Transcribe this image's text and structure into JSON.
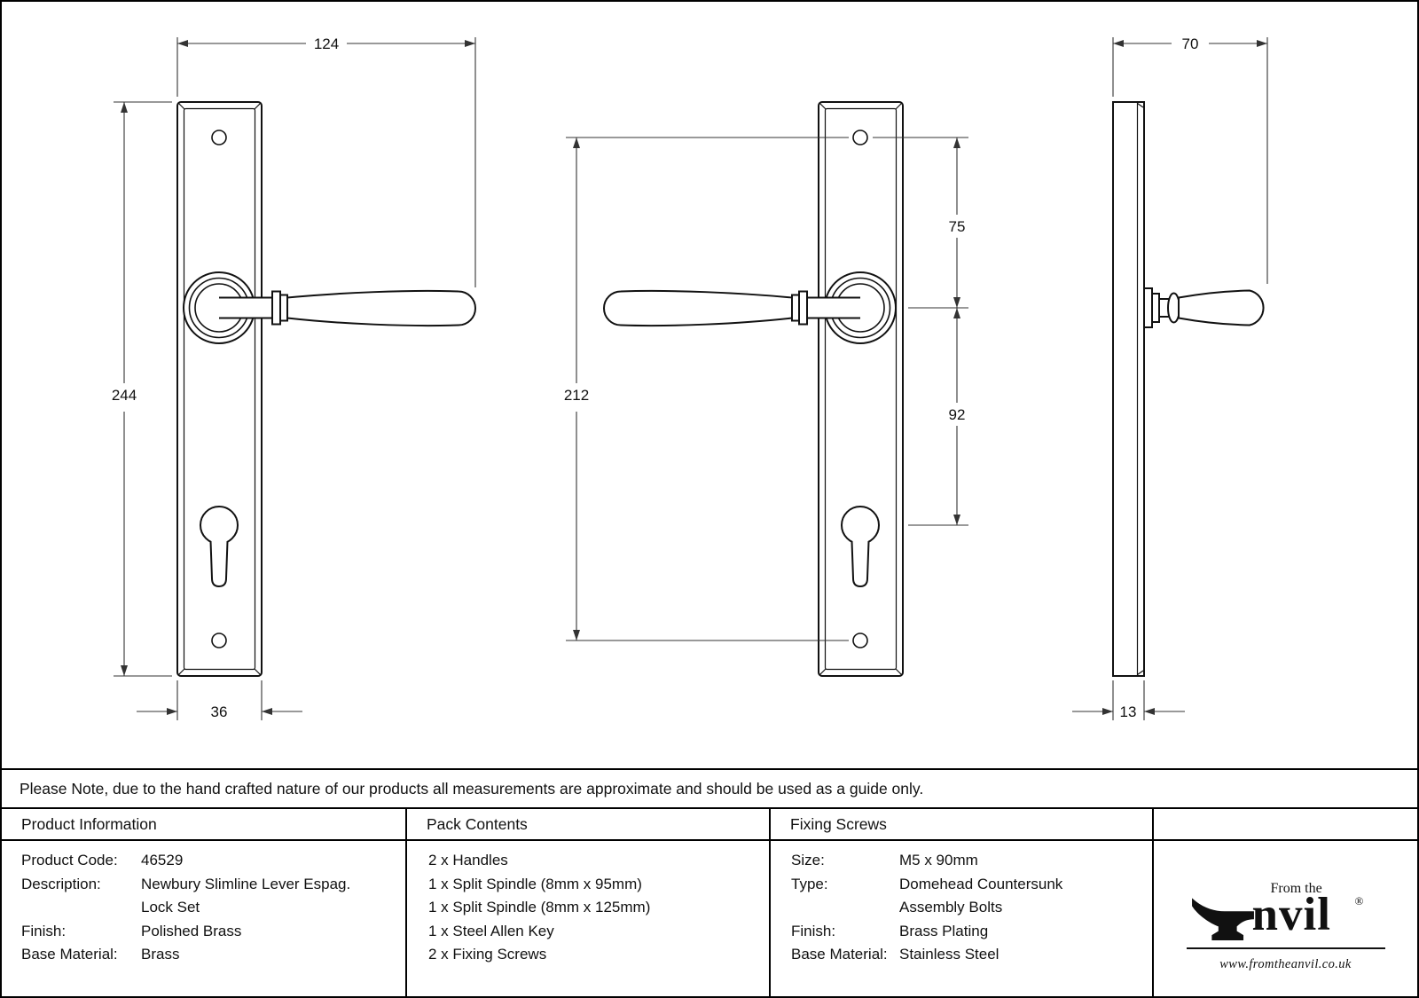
{
  "note": {
    "text": "Please Note, due to the hand crafted nature of our products all measurements are approximate and should be used as a guide only."
  },
  "drawing": {
    "dims": {
      "overall_length": "124",
      "plate_height": "244",
      "plate_width": "36",
      "screw_centres": "212",
      "screw_to_lever": "75",
      "lever_to_cylinder": "92",
      "projection": "70",
      "plate_thickness": "13"
    }
  },
  "table": {
    "product_info": {
      "header": "Product Information",
      "rows": [
        {
          "label": "Product Code:",
          "value": "46529"
        },
        {
          "label": "Description:",
          "value": "Newbury Slimline Lever Espag."
        },
        {
          "label": "",
          "value": "Lock Set"
        },
        {
          "label": "Finish:",
          "value": "Polished Brass"
        },
        {
          "label": "Base Material:",
          "value": "Brass"
        }
      ]
    },
    "pack_contents": {
      "header": "Pack Contents",
      "items": [
        "2 x Handles",
        "1 x Split Spindle (8mm x 95mm)",
        "1 x Split Spindle (8mm x 125mm)",
        "1 x Steel Allen Key",
        "2 x Fixing Screws"
      ]
    },
    "fixing_screws": {
      "header": "Fixing Screws",
      "rows": [
        {
          "label": "Size:",
          "value": "M5 x 90mm"
        },
        {
          "label": "Type:",
          "value": "Domehead Countersunk"
        },
        {
          "label": "",
          "value": "Assembly Bolts"
        },
        {
          "label": "Finish:",
          "value": "Brass Plating"
        },
        {
          "label": "Base Material:",
          "value": "Stainless Steel"
        }
      ]
    }
  },
  "logo": {
    "from_the": "From the",
    "brand": "nvil",
    "registered": "®",
    "website": "www.fromtheanvil.co.uk"
  }
}
